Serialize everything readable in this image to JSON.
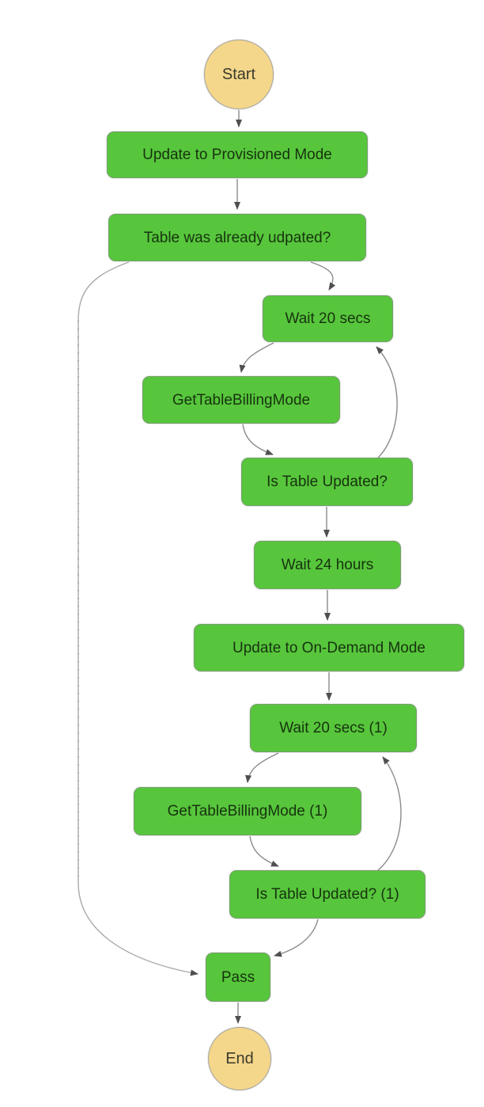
{
  "diagram": {
    "title": "Step Functions state machine graph",
    "colors": {
      "node_fill": "#57c63c",
      "node_border": "#74a06a",
      "node_text": "#17330f",
      "terminal_fill": "#f5d78c",
      "terminal_border": "#a8a49a",
      "edge": "#8a8a8a",
      "arrowhead": "#4f4f4f",
      "background": "#ffffff"
    },
    "nodes": [
      {
        "id": "start",
        "label": "Start",
        "type": "terminal"
      },
      {
        "id": "update-to-provisioned-mode",
        "label": "Update to Provisioned Mode",
        "type": "state"
      },
      {
        "id": "table-was-already-udpated",
        "label": "Table was already udpated?",
        "type": "state"
      },
      {
        "id": "wait-20-secs",
        "label": "Wait 20 secs",
        "type": "state"
      },
      {
        "id": "get-table-billing-mode",
        "label": "GetTableBillingMode",
        "type": "state"
      },
      {
        "id": "is-table-updated",
        "label": "Is Table Updated?",
        "type": "state"
      },
      {
        "id": "wait-24-hours",
        "label": "Wait 24 hours",
        "type": "state"
      },
      {
        "id": "update-to-on-demand-mode",
        "label": "Update to On-Demand Mode",
        "type": "state"
      },
      {
        "id": "wait-20-secs-1",
        "label": "Wait 20 secs (1)",
        "type": "state"
      },
      {
        "id": "get-table-billing-mode-1",
        "label": "GetTableBillingMode (1)",
        "type": "state"
      },
      {
        "id": "is-table-updated-1",
        "label": "Is Table Updated? (1)",
        "type": "state"
      },
      {
        "id": "pass",
        "label": "Pass",
        "type": "state"
      },
      {
        "id": "end",
        "label": "End",
        "type": "terminal"
      }
    ],
    "edges": [
      {
        "from": "start",
        "to": "update-to-provisioned-mode"
      },
      {
        "from": "update-to-provisioned-mode",
        "to": "table-was-already-udpated"
      },
      {
        "from": "table-was-already-udpated",
        "to": "pass"
      },
      {
        "from": "table-was-already-udpated",
        "to": "wait-20-secs"
      },
      {
        "from": "wait-20-secs",
        "to": "get-table-billing-mode"
      },
      {
        "from": "get-table-billing-mode",
        "to": "is-table-updated"
      },
      {
        "from": "is-table-updated",
        "to": "wait-20-secs"
      },
      {
        "from": "is-table-updated",
        "to": "wait-24-hours"
      },
      {
        "from": "wait-24-hours",
        "to": "update-to-on-demand-mode"
      },
      {
        "from": "update-to-on-demand-mode",
        "to": "wait-20-secs-1"
      },
      {
        "from": "wait-20-secs-1",
        "to": "get-table-billing-mode-1"
      },
      {
        "from": "get-table-billing-mode-1",
        "to": "is-table-updated-1"
      },
      {
        "from": "is-table-updated-1",
        "to": "wait-20-secs-1"
      },
      {
        "from": "is-table-updated-1",
        "to": "pass"
      },
      {
        "from": "pass",
        "to": "end"
      }
    ]
  }
}
